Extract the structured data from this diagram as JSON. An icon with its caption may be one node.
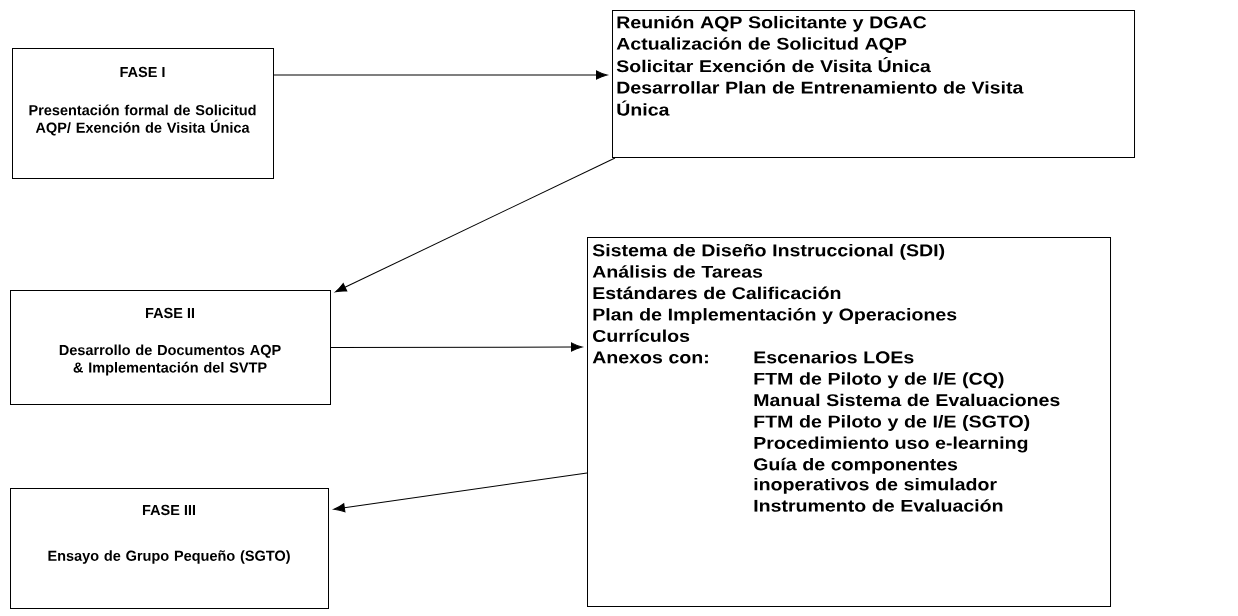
{
  "diagram": {
    "nodes": [
      {
        "text": [
          "FASE I",
          "Presentación formal de Solicitud AQP/ Exención de Visita Única"
        ]
      },
      {
        "text": [
          "Reunión AQP  Solicitante y DGAC",
          "Actualización de Solicitud AQP",
          "Solicitar Exención de Visita Única",
          "Desarrollar Plan de Entrenamiento de Visita Única"
        ]
      },
      {
        "text": [
          "FASE II",
          "Desarrollo de Documentos AQP & Implementación del SVTP"
        ]
      },
      {
        "text": [
          "Sistema de Diseño Instruccional (SDI)",
          "Análisis de Tareas",
          "Estándares de Calificación",
          "Plan  de Implementación y Operaciones",
          "Currículos",
          "Anexos con:",
          "Escenarios LOEs",
          "FTM de Piloto y de I/E (CQ)",
          "Manual Sistema de Evaluaciones",
          "FTM de Piloto y de I/E (SGTO)",
          "Procedimiento uso e-learning",
          "Guía de componentes inoperativos de simulador",
          "Instrumento de Evaluación"
        ]
      },
      {
        "text": [
          "FASE III",
          "Ensayo de Grupo Pequeño (SGTO)"
        ]
      }
    ],
    "edges": [
      {
        "from": 0,
        "to": 1,
        "arrow": "to"
      },
      {
        "from": 1,
        "to": 2,
        "arrow": "to"
      },
      {
        "from": 2,
        "to": 3,
        "arrow": "to"
      },
      {
        "from": 3,
        "to": 4,
        "arrow": "to"
      }
    ]
  }
}
